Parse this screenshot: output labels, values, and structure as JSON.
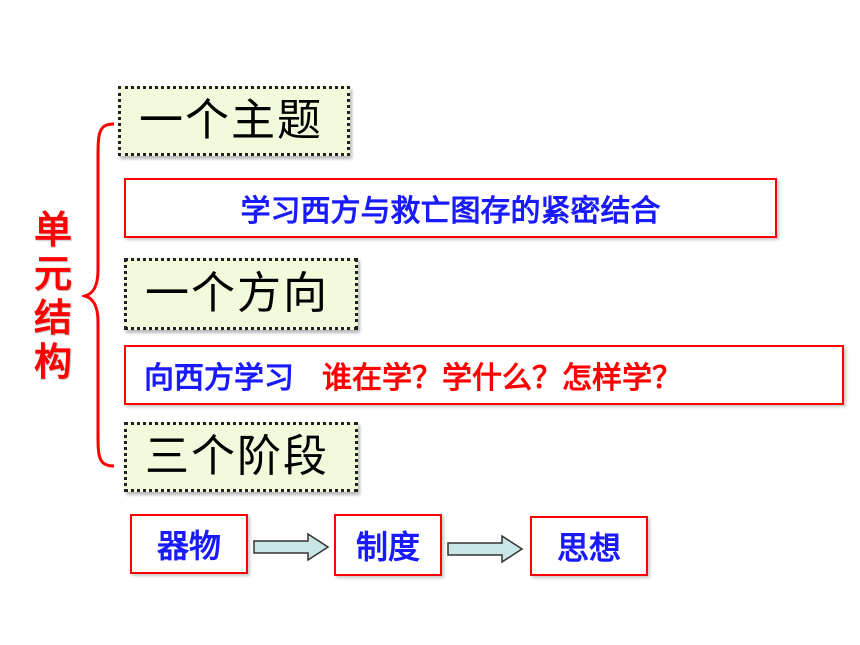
{
  "structure_label": [
    "单",
    "元",
    "结",
    "构"
  ],
  "sections": {
    "theme": {
      "heading": "一个主题",
      "content": "学习西方与救亡图存的紧密结合"
    },
    "direction": {
      "heading": "一个方向",
      "content_part1": "向西方学习",
      "content_part2": "谁在学？学什么？怎样学？"
    },
    "stages": {
      "heading": "三个阶段",
      "items": [
        "器物",
        "制度",
        "思想"
      ]
    }
  },
  "colors": {
    "accent_red": "#ff0000",
    "accent_blue": "#1a1aff",
    "heading_box_bg": "#f2fadc",
    "arrow_fill": "#c8e6e6"
  },
  "icons": [
    "brace-icon",
    "right-arrow-icon"
  ]
}
